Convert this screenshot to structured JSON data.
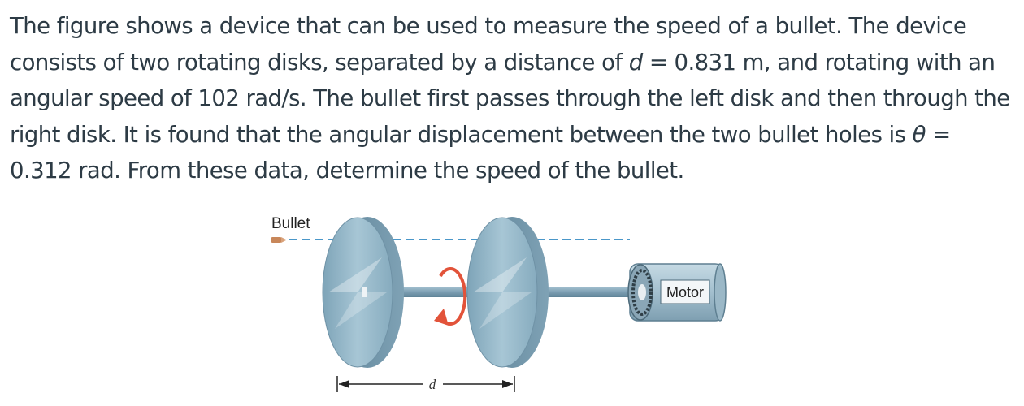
{
  "problem": {
    "part1": "The figure shows a device that can be used to measure the speed of a bullet. The device consists of two rotating disks, separated by a distance of ",
    "var_d": "d",
    "eq1": " = 0.831 m, and rotating with an angular speed of 102 rad/s. The bullet first passes through the left disk and then through the right disk. It is found that the angular displacement between the two bullet holes is ",
    "var_theta": "θ",
    "eq2": " = 0.312 rad. From these data, determine the speed of the bullet."
  },
  "figure": {
    "bullet_label": "Bullet",
    "motor_label": "Motor",
    "distance_label": "d",
    "colors": {
      "disk_face": "#8fb4c6",
      "disk_edge": "#6f92a6",
      "axle": "#7d9fb3",
      "rotation_arrow": "#e2533a",
      "bullet": "#c8875a",
      "motor_body": "#a9c4d3"
    }
  }
}
